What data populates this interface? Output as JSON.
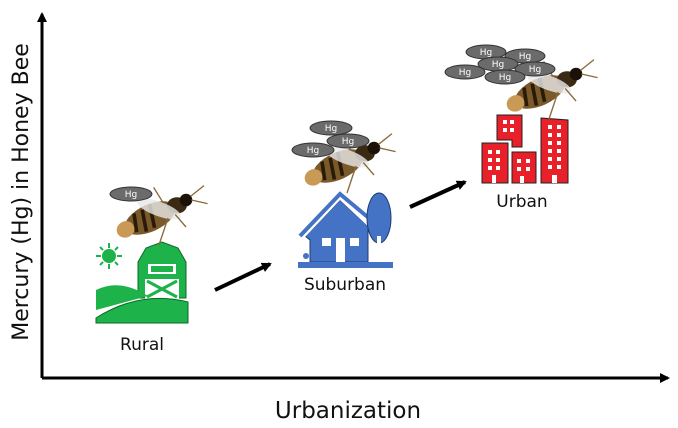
{
  "axes": {
    "y_label": "Mercury (Hg) in Honey Bee",
    "x_label": "Urbanization"
  },
  "stages": [
    {
      "label": "Rural",
      "hg_count": 1,
      "color": "#1db34a",
      "icon": "barn-icon"
    },
    {
      "label": "Suburban",
      "hg_count": 3,
      "color": "#4472c4",
      "icon": "house-icon"
    },
    {
      "label": "Urban",
      "hg_count": 6,
      "color": "#e8202a",
      "icon": "buildings-icon"
    }
  ],
  "hg_label": "Hg"
}
